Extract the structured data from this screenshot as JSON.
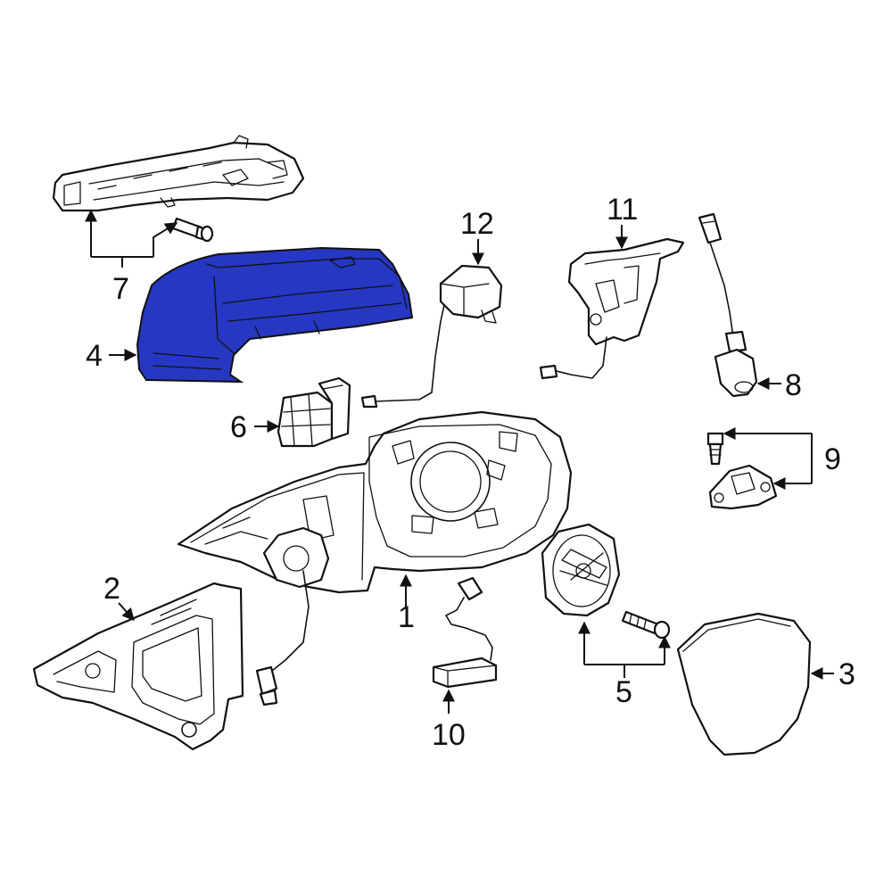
{
  "highlight_color": "#2637c2",
  "highlighted_part": "4",
  "callouts": [
    {
      "id": "1",
      "label": "1"
    },
    {
      "id": "2",
      "label": "2"
    },
    {
      "id": "3",
      "label": "3"
    },
    {
      "id": "4",
      "label": "4"
    },
    {
      "id": "5",
      "label": "5"
    },
    {
      "id": "6",
      "label": "6"
    },
    {
      "id": "7",
      "label": "7"
    },
    {
      "id": "8",
      "label": "8"
    },
    {
      "id": "9",
      "label": "9"
    },
    {
      "id": "10",
      "label": "10"
    },
    {
      "id": "11",
      "label": "11"
    },
    {
      "id": "12",
      "label": "12"
    }
  ]
}
